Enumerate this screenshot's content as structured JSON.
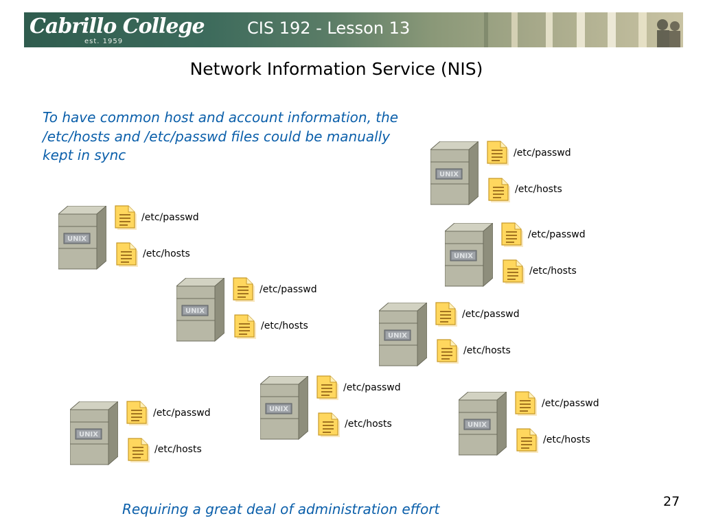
{
  "header": {
    "logo_text": "Cabrillo College",
    "logo_est": "est. 1959",
    "course_title": "CIS 192 - Lesson 13"
  },
  "slide": {
    "title": "Network Information Service (NIS)",
    "intro": "To have common host and account information, the /etc/hosts and /etc/passwd files could be manually kept in sync",
    "footer_note": "Requiring a great deal of administration effort",
    "page_number": "27"
  },
  "server_label": "UNIX",
  "machines": [
    {
      "passwd": "/etc/passwd",
      "hosts": "/etc/hosts"
    },
    {
      "passwd": "/etc/passwd",
      "hosts": "/etc/hosts"
    },
    {
      "passwd": "/etc/passwd",
      "hosts": "/etc/hosts"
    },
    {
      "passwd": "/etc/passwd",
      "hosts": "/etc/hosts"
    },
    {
      "passwd": "/etc/passwd",
      "hosts": "/etc/hosts"
    },
    {
      "passwd": "/etc/passwd",
      "hosts": "/etc/hosts"
    },
    {
      "passwd": "/etc/passwd",
      "hosts": "/etc/hosts"
    },
    {
      "passwd": "/etc/passwd",
      "hosts": "/etc/hosts"
    }
  ],
  "colors": {
    "banner": "#2f5c4e",
    "accent_text": "#0b5faa",
    "server_face": "#b8b8a6",
    "server_side": "#8e8e7c",
    "file_fill": "#ffd75e"
  },
  "icons": {
    "server": "unix-server-icon",
    "file": "text-file-icon"
  }
}
